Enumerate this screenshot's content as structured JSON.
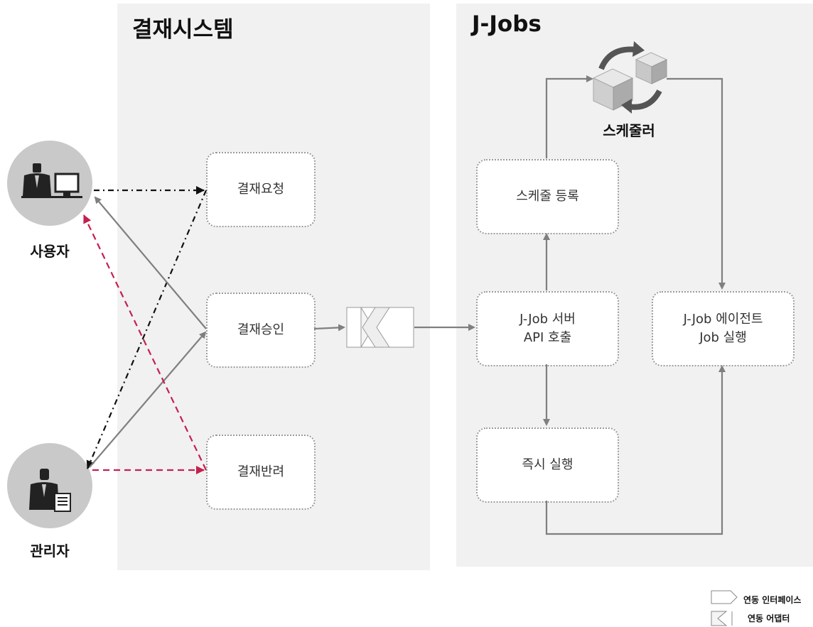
{
  "panels": {
    "left_title": "결재시스템",
    "right_title": "J-Jobs"
  },
  "actors": {
    "user": "사용자",
    "admin": "관리자"
  },
  "boxes": {
    "request": "결재요청",
    "approve": "결재승인",
    "reject": "결재반려",
    "schedule_register": "스케줄 등록",
    "server_api": "J-Job 서버\nAPI 호출",
    "immediate": "즉시 실행",
    "agent": "J-Job 에이전트\nJob 실행"
  },
  "scheduler": {
    "label": "스케줄러"
  },
  "legend": {
    "interface": "연동 인터페이스",
    "adapter": "연동 어댑터"
  },
  "colors": {
    "panel": "#f1f1f1",
    "arrow_gray": "#7f7f7f",
    "arrow_black": "#111111",
    "arrow_red": "#c4204f"
  }
}
